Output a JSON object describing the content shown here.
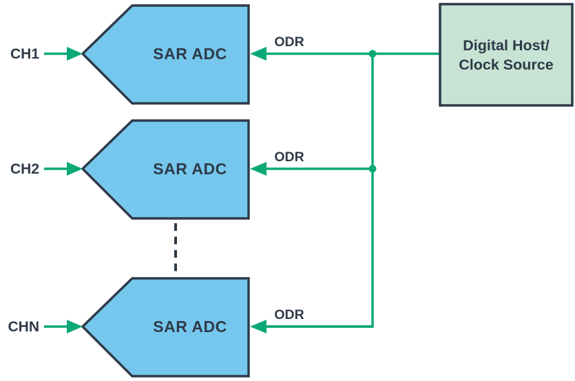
{
  "diagram": {
    "description": "Multiple SAR ADCs clocked by a shared ODR signal from a digital host clock source",
    "type": "block-diagram"
  },
  "channels": [
    {
      "label": "CH1",
      "adc_label": "SAR ADC",
      "odr_label": "ODR"
    },
    {
      "label": "CH2",
      "adc_label": "SAR ADC",
      "odr_label": "ODR"
    },
    {
      "label": "CHN",
      "adc_label": "SAR ADC",
      "odr_label": "ODR"
    }
  ],
  "host": {
    "line1": "Digital Host/",
    "line2": "Clock Source"
  },
  "colors": {
    "accent_green": "#0DA878",
    "adc_fill": "#75C7ED",
    "host_fill": "#C6E3D3",
    "outline_dark": "#2F3A48",
    "background": "#FFFFFF"
  }
}
